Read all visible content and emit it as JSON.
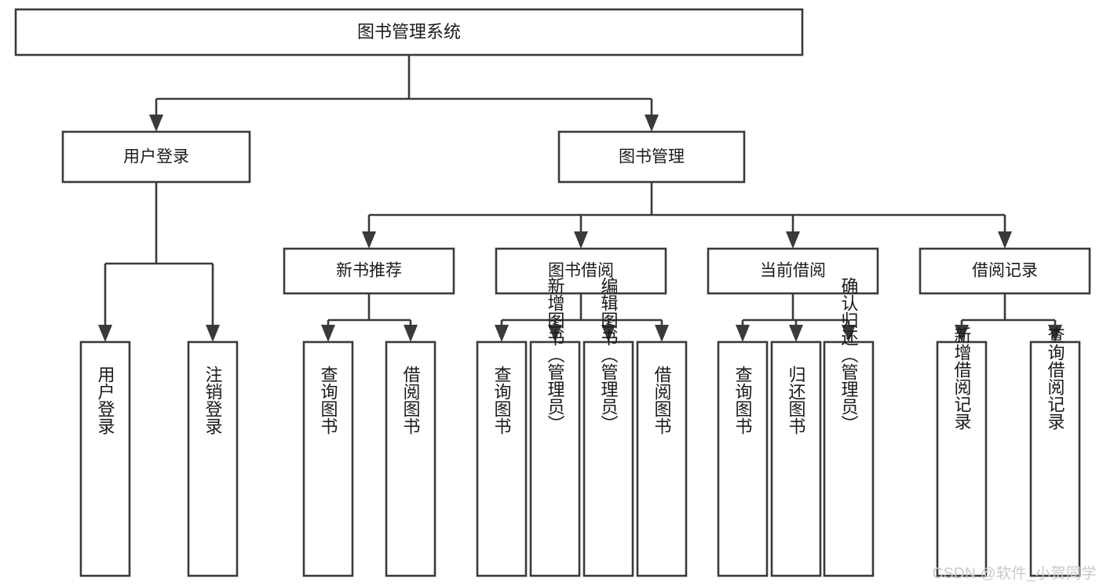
{
  "diagram": {
    "type": "tree-hierarchy",
    "title": "图书管理系统",
    "orientation": "top-down",
    "colors": {
      "box_stroke": "#3a3a3a",
      "box_fill": "#ffffff",
      "text": "#1a1a1a",
      "background": "#ffffff",
      "watermark": "#c9c9c9"
    },
    "root": {
      "label": "图书管理系统"
    },
    "level2": [
      {
        "label": "用户登录"
      },
      {
        "label": "图书管理"
      }
    ],
    "level3": [
      {
        "label": "新书推荐"
      },
      {
        "label": "图书借阅"
      },
      {
        "label": "当前借阅"
      },
      {
        "label": "借阅记录"
      }
    ],
    "leaves": {
      "user_login": [
        {
          "label": "用户登录"
        },
        {
          "label": "注销登录"
        }
      ],
      "new_book_recommend": [
        {
          "label": "查询图书"
        },
        {
          "label": "借阅图书"
        }
      ],
      "book_borrow": [
        {
          "label": "查询图书"
        },
        {
          "label": "新增图书（管理员）"
        },
        {
          "label": "编辑图书（管理员）"
        },
        {
          "label": "借阅图书"
        }
      ],
      "current_borrow": [
        {
          "label": "查询图书"
        },
        {
          "label": "归还图书"
        },
        {
          "label": "确认归还（管理员）"
        }
      ],
      "borrow_record": [
        {
          "label": "新增借阅记录"
        },
        {
          "label": "查询借阅记录"
        }
      ]
    }
  },
  "watermark": {
    "text": "CSDN @软件_小贺同学"
  }
}
